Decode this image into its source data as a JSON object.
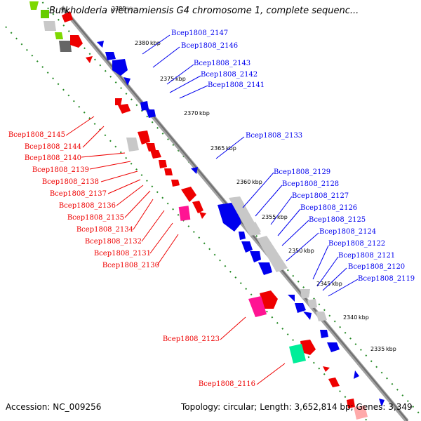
{
  "title": "Burkholderia vietnamiensis G4 chromosome 1, complete sequenc...",
  "footer": {
    "accession": "Accession: NC_009256",
    "info": "Topology: circular; Length: 3,652,814 bp; Genes: 3,349"
  },
  "colors": {
    "forward_strand": "#0000ee",
    "reverse_strand": "#ee0000",
    "pseudogene": "#c8c8c8",
    "backbone": "#8c8c8c",
    "tick": "#228822",
    "highlight_pink": "#ff1493",
    "highlight_green": "#00ff99"
  },
  "ticks": {
    "unit": "kbp",
    "positions": [
      2385,
      2380,
      2375,
      2370,
      2365,
      2360,
      2355,
      2350,
      2345,
      2340,
      2335
    ]
  },
  "forward_labels": [
    "Bcep1808_2147",
    "Bcep1808_2146",
    "Bcep1808_2143",
    "Bcep1808_2142",
    "Bcep1808_2141",
    "Bcep1808_2133",
    "Bcep1808_2129",
    "Bcep1808_2128",
    "Bcep1808_2127",
    "Bcep1808_2126",
    "Bcep1808_2125",
    "Bcep1808_2124",
    "Bcep1808_2122",
    "Bcep1808_2121",
    "Bcep1808_2120",
    "Bcep1808_2119"
  ],
  "reverse_labels": [
    "Bcep1808_2145",
    "Bcep1808_2144",
    "Bcep1808_2140",
    "Bcep1808_2139",
    "Bcep1808_2138",
    "Bcep1808_2137",
    "Bcep1808_2136",
    "Bcep1808_2135",
    "Bcep1808_2134",
    "Bcep1808_2132",
    "Bcep1808_2131",
    "Bcep1808_2130",
    "Bcep1808_2123",
    "Bcep1808_2116"
  ]
}
